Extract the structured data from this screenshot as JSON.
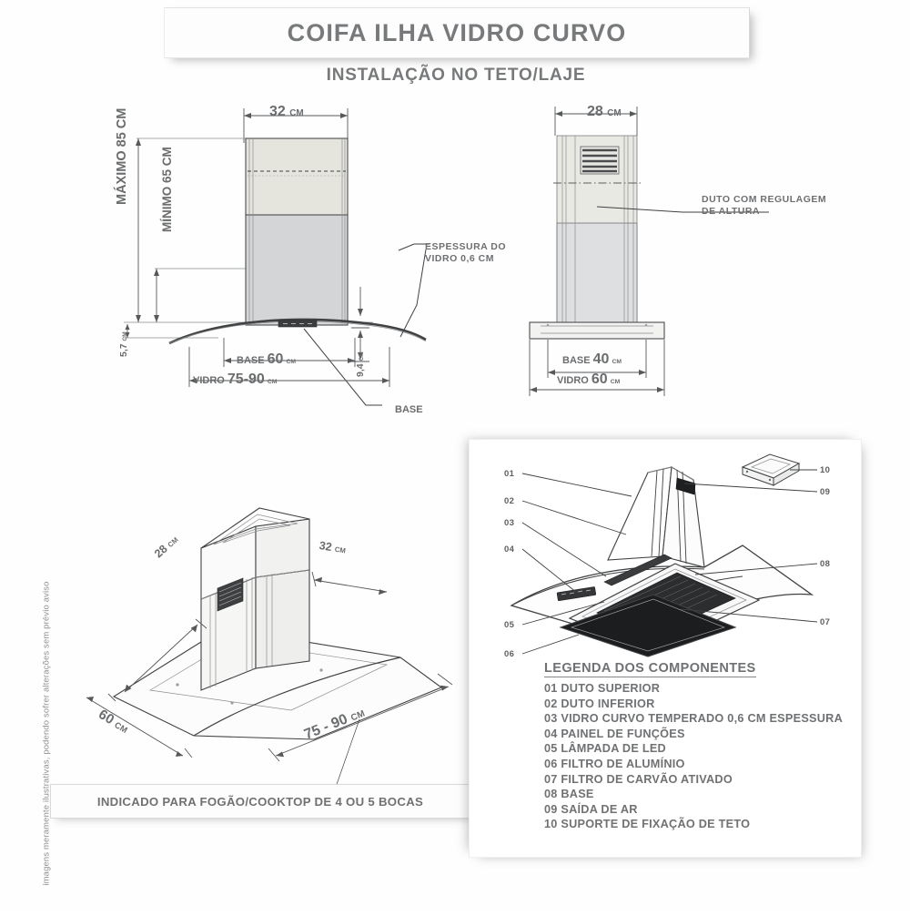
{
  "header": {
    "title": "COIFA ILHA VIDRO CURVO",
    "subtitle": "INSTALAÇÃO NO TETO/LAJE"
  },
  "front_view": {
    "width_top": {
      "value": "32",
      "unit": "CM"
    },
    "max_height": {
      "label": "MÁXIMO",
      "value": "85",
      "unit": "CM"
    },
    "min_height": {
      "label": "MÍNIMO",
      "value": "65",
      "unit": "CM"
    },
    "glass_thickness_note": "ESPESSURA DO\nVIDRO 0,6 CM",
    "base_label": "BASE",
    "base_width": {
      "label": "BASE",
      "value": "60",
      "unit": "CM"
    },
    "glass_width": {
      "label": "VIDRO",
      "value": "75-90",
      "unit": "CM"
    },
    "height_bottom": {
      "value": "5,7",
      "unit": "CM"
    },
    "glass_drop": {
      "value": "9,4",
      "unit": "CM"
    }
  },
  "side_view": {
    "width_top": {
      "value": "28",
      "unit": "CM"
    },
    "duct_note": "DUTO COM REGULAGEM\nDE ALTURA",
    "base_width": {
      "label": "BASE",
      "value": "40",
      "unit": "CM"
    },
    "glass_width": {
      "label": "VIDRO",
      "value": "60",
      "unit": "CM"
    }
  },
  "iso_view": {
    "depth": {
      "value": "28",
      "unit": "CM"
    },
    "width": {
      "value": "32",
      "unit": "CM"
    },
    "base_depth": {
      "value": "60",
      "unit": "CM"
    },
    "glass_width": {
      "value": "75 - 90",
      "unit": "CM"
    }
  },
  "banner": {
    "text": "INDICADO PARA FOGÃO/COOKTOP DE 4 OU 5 BOCAS"
  },
  "exploded_view": {
    "callouts_left": [
      "01",
      "02",
      "03",
      "04",
      "05",
      "06"
    ],
    "callouts_right": [
      "10",
      "09",
      "08",
      "07"
    ]
  },
  "legend": {
    "title": "LEGENDA DOS COMPONENTES",
    "items": [
      "01 DUTO SUPERIOR",
      "02 DUTO INFERIOR",
      "03 VIDRO CURVO TEMPERADO 0,6 CM ESPESSURA",
      "04 PAINEL DE FUNÇÕES",
      "05 LÂMPADA DE LED",
      "06 FILTRO DE ALUMÍNIO",
      "07 FILTRO DE CARVÃO ATIVADO",
      "08 BASE",
      "09 SAÍDA DE AR",
      "10 SUPORTE DE  FIXAÇÃO DE TETO"
    ]
  },
  "watermark": {
    "text": "imagens meramente ilustrativas, podendo sofrer alterações sem prévio aviso"
  },
  "colors": {
    "text": "#6f7173",
    "line": "#3f4143",
    "duct_upper": "#e5e5dd",
    "duct_lower": "#d3d5d6",
    "background": "#fefefe"
  }
}
